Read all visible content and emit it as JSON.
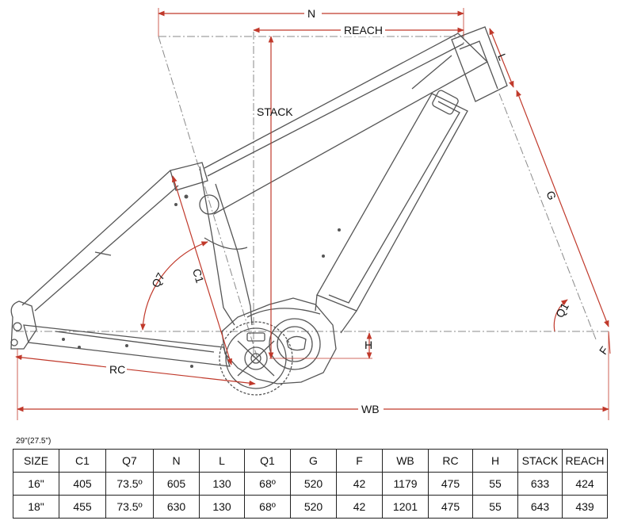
{
  "labels": {
    "N": "N",
    "REACH": "REACH",
    "STACK": "STACK",
    "L": "L",
    "G": "G",
    "C1": "C1",
    "Q7": "Q7",
    "Q1": "Q1",
    "H": "H",
    "F": "F",
    "RC": "RC",
    "WB": "WB"
  },
  "size_note": "29\"(27.5\")",
  "table": {
    "headers": [
      "SIZE",
      "C1",
      "Q7",
      "N",
      "L",
      "Q1",
      "G",
      "F",
      "WB",
      "RC",
      "H",
      "STACK",
      "REACH"
    ],
    "rows": [
      [
        "16\"",
        "405",
        "73.5º",
        "605",
        "130",
        "68º",
        "520",
        "42",
        "1179",
        "475",
        "55",
        "633",
        "424"
      ],
      [
        "18\"",
        "455",
        "73.5º",
        "630",
        "130",
        "68º",
        "520",
        "42",
        "1201",
        "475",
        "55",
        "643",
        "439"
      ]
    ]
  },
  "colors": {
    "dimension": "#c0392b",
    "frame": "#555555"
  }
}
